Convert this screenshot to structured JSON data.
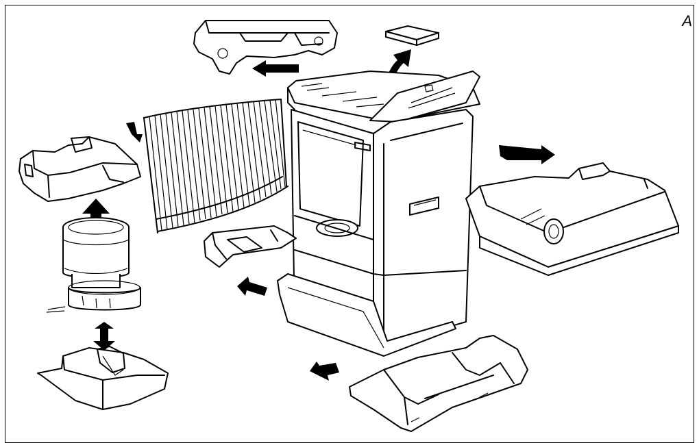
{
  "panel_label": "A",
  "diagram": {
    "parts": [
      {
        "id": "top-cover",
        "icon": "top-cover-part"
      },
      {
        "id": "lid",
        "icon": "lid-plate-part"
      },
      {
        "id": "heater-cabinet",
        "icon": "heater-cabinet"
      },
      {
        "id": "reflector-grille",
        "icon": "reflector-grille"
      },
      {
        "id": "burner-bracket",
        "icon": "burner-bracket-part"
      },
      {
        "id": "burner-unit",
        "icon": "burner-unit-part"
      },
      {
        "id": "base-packing",
        "icon": "base-packing-part"
      },
      {
        "id": "fuel-tank",
        "icon": "fuel-tank-part"
      },
      {
        "id": "drip-tray",
        "icon": "drip-tray-part"
      },
      {
        "id": "bottom-packing",
        "icon": "bottom-packing-part"
      }
    ],
    "arrow_color": "#000000",
    "line_color": "#000000"
  }
}
